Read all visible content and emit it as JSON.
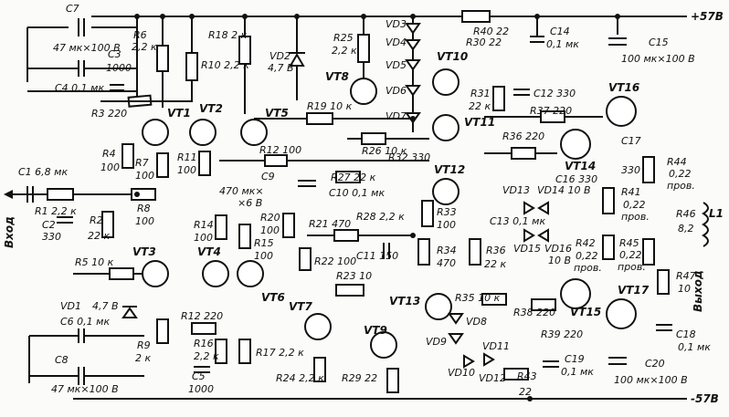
{
  "rails": {
    "plus": "+57В",
    "minus": "-57В"
  },
  "io": {
    "input": "Вход",
    "output": "Выход"
  },
  "inductor": "L1",
  "labels": {
    "C7": "C7",
    "C7v": "47 мк×100 В",
    "C4": "C4 0,1 мк",
    "C3": "C3",
    "C3v": "1000",
    "R6": "R6",
    "R6v": "2,2 к",
    "R3": "R3 220",
    "R18": "R18 2 к",
    "R10": "R10 2,2 к",
    "VD2": "VD2",
    "VD2v": "4,7 В",
    "R25": "R25",
    "R25v": "2,2 к",
    "VT8": "VT8",
    "VD3": "VD3",
    "VD4": "VD4",
    "VD5": "VD5",
    "VD6": "VD6",
    "VD7": "VD7",
    "R40": "R40 22",
    "R30": "R30 22",
    "VT10": "VT10",
    "VT11": "VT11",
    "C14": "C14",
    "C14v": "0,1 мк",
    "C15": "C15",
    "C15v": "100 мк×100 В",
    "VT1": "VT1",
    "VT2": "VT2",
    "VT5": "VT5",
    "R19": "R19 10 к",
    "R26": "R26 10 к",
    "R31": "R31",
    "R31v": "22 к",
    "C12": "C12 330",
    "R37": "R37 220",
    "VT16": "VT16",
    "C1": "C1 6,8 мк",
    "R1": "R1 2,2 к",
    "C2": "C2",
    "C2v": "330",
    "R2": "R2",
    "R2v": "22 к",
    "R4": "R4",
    "R4v": "100",
    "R7": "R7",
    "R7v": "100",
    "R8": "R8",
    "R8v": "100",
    "R11": "R11",
    "R11v": "100",
    "R12": "R12 100",
    "C9": "C9",
    "C9v1": "470 мк×",
    "C9v2": "×6 В",
    "R27": "R27 22 к",
    "C10": "C10 0,1 мк",
    "R32": "R32 330",
    "VT12": "VT12",
    "R36a": "R36 220",
    "VT14": "VT14",
    "C16": "C16 330",
    "C17": "C17",
    "C17v": "330",
    "R44": "R44",
    "R44v1": "0,22",
    "R44v2": "пров.",
    "R41": "R41",
    "R41v1": "0,22",
    "R41v2": "пров.",
    "R46": "R46",
    "R46v": "8,2",
    "VD13": "VD13",
    "VD14": "VD14 10 В",
    "R14": "R14",
    "R14v": "100",
    "R20": "R20",
    "R20v": "100",
    "R15": "R15",
    "R15v": "100",
    "R21": "R21 470",
    "R28": "R28 2,2 к",
    "R33": "R33",
    "R33v": "100",
    "C13": "C13 0,1 мк",
    "VD15": "VD15",
    "VD16": "VD16",
    "VD16v": "10 В",
    "R42": "R42",
    "R42v1": "0,22",
    "R42v2": "пров.",
    "R45": "R45",
    "R45v1": "0,22",
    "R45v2": "пров.",
    "VT3": "VT3",
    "VT4": "VT4",
    "R5": "R5 10 к",
    "R22": "R22 100",
    "C11": "C11 150",
    "R34": "R34",
    "R34v": "470",
    "R36b": "R36",
    "R36bv": "22 к",
    "R47": "R47",
    "R47v": "10",
    "VD1": "VD1",
    "VD1v": "4,7 В",
    "C6": "C6 0,1 мк",
    "VT6": "VT6",
    "R23": "R23 10",
    "VT13": "VT13",
    "R35": "R35 10 к",
    "VD8": "VD8",
    "R38": "R38 220",
    "VT15": "VT15",
    "VT17": "VT17",
    "R39": "R39 220",
    "VT7": "VT7",
    "R12b": "R12 220",
    "R9": "R9",
    "R9v": "2 к",
    "C8": "C8",
    "C8v": "47 мк×100 В",
    "R16": "R16",
    "R16v": "2,2 к",
    "C5": "C5",
    "C5v": "1000",
    "R17": "R17 2,2 к",
    "VT9": "VT9",
    "VD9": "VD9",
    "VD10": "VD10",
    "VD11": "VD11",
    "VD12": "VD12",
    "C19": "C19",
    "C19v": "0,1 мк",
    "R43": "R43",
    "R43v": "22",
    "C18": "C18",
    "C18v": "0,1 мк",
    "C20": "C20",
    "C20v": "100 мк×100 В",
    "R24": "R24 2,2 к",
    "R29": "R29 22"
  },
  "labels2": {
    "C1": "C1 6,8 мк"
  }
}
